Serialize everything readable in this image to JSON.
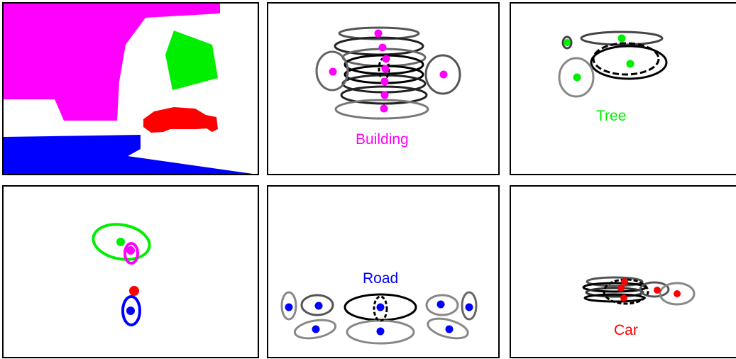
{
  "colors": {
    "building": "#ff00ff",
    "tree": "#00ee00",
    "car": "#ff0000",
    "road": "#0000ff",
    "ellipse_dark": "#000000",
    "ellipse_mid": "#444444",
    "ellipse_light": "#888888"
  },
  "labels": {
    "building": "Building",
    "tree": "Tree",
    "road": "Road",
    "car": "Car"
  }
}
